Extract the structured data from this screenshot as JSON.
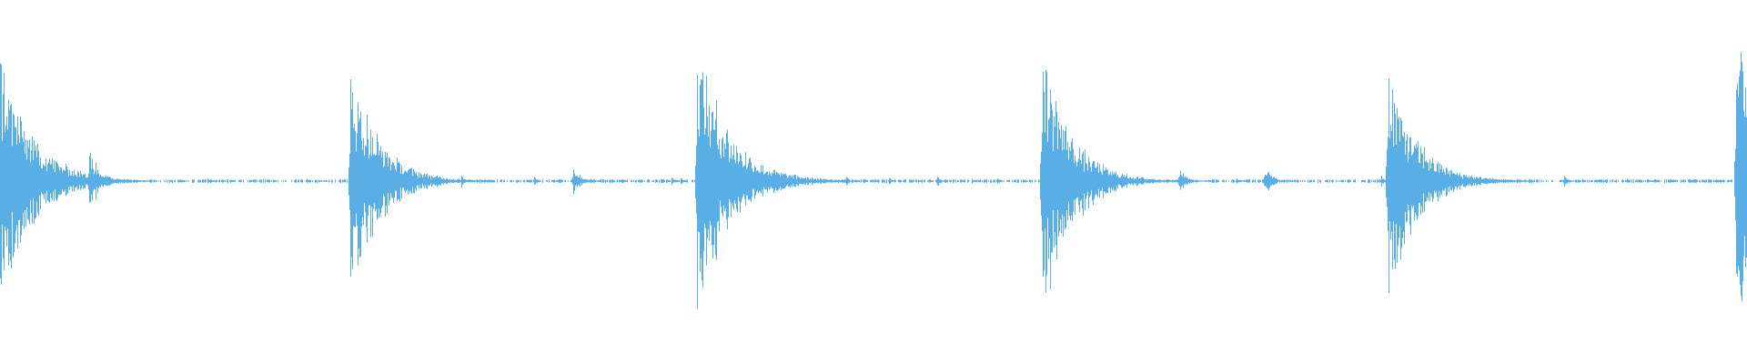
{
  "waveform": {
    "color": "#5aaee6",
    "background": "#ffffff",
    "transients": [
      {
        "time": 0.0,
        "amplitude": 0.82,
        "decay": 0.09
      },
      {
        "time": 0.051,
        "amplitude": 0.2,
        "decay": 0.03
      },
      {
        "time": 0.201,
        "amplitude": 0.76,
        "decay": 0.08
      },
      {
        "time": 0.329,
        "amplitude": 0.1,
        "decay": 0.02
      },
      {
        "time": 0.4,
        "amplitude": 0.88,
        "decay": 0.09
      },
      {
        "time": 0.598,
        "amplitude": 0.9,
        "decay": 0.08
      },
      {
        "time": 0.677,
        "amplitude": 0.09,
        "decay": 0.02
      },
      {
        "time": 0.726,
        "amplitude": 0.1,
        "decay": 0.02
      },
      {
        "time": 0.797,
        "amplitude": 0.78,
        "decay": 0.08
      },
      {
        "time": 0.855,
        "amplitude": 0.03,
        "decay": 0.01
      },
      {
        "time": 0.898,
        "amplitude": 0.04,
        "decay": 0.01
      },
      {
        "time": 0.997,
        "amplitude": 0.95,
        "decay": 0.06
      }
    ]
  }
}
